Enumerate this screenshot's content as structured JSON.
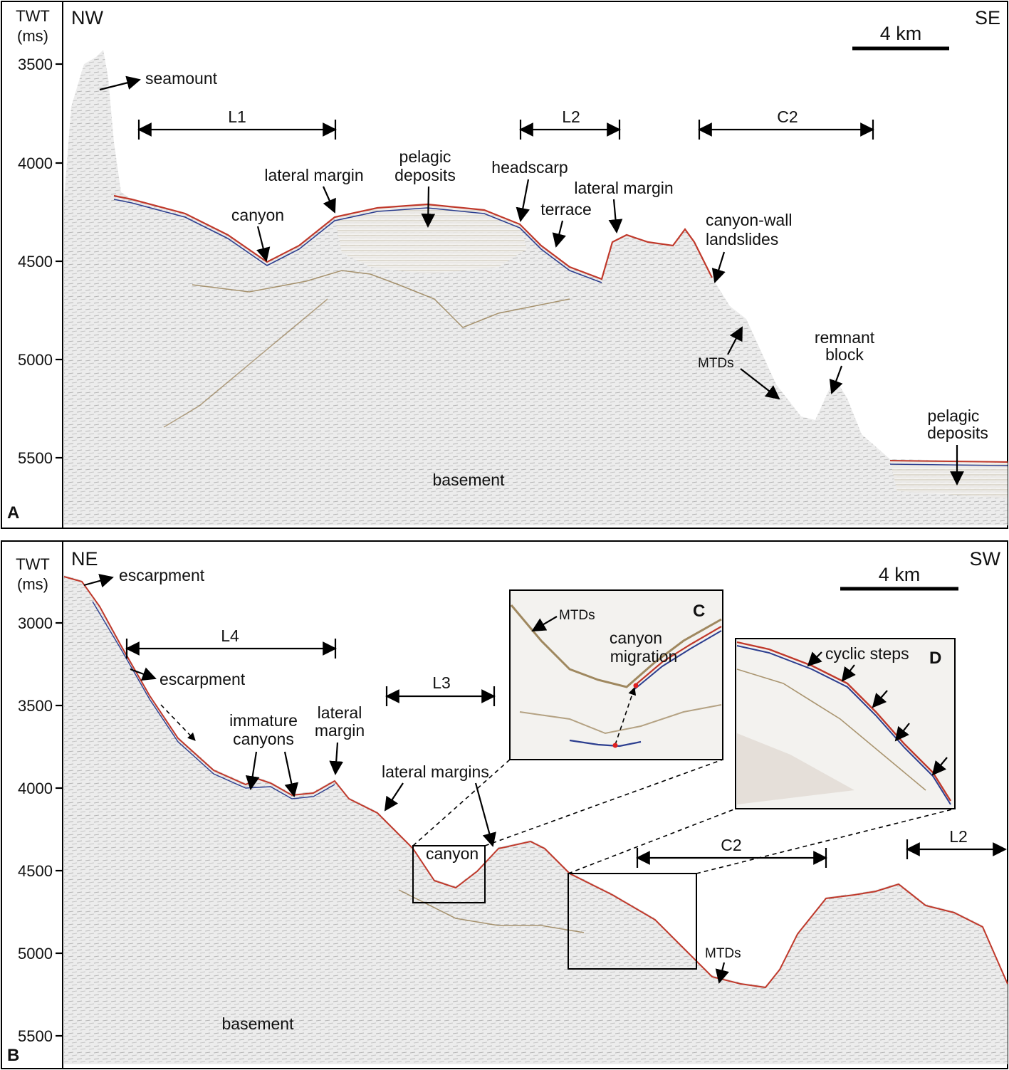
{
  "panel_a": {
    "letter": "A",
    "axis_title": [
      "TWT",
      "(ms)"
    ],
    "y_ticks": [
      "3500",
      "4000",
      "4500",
      "5000",
      "5500"
    ],
    "dir_left": "NW",
    "dir_right": "SE",
    "scale": "4 km",
    "segments": [
      "L1",
      "L2",
      "C2"
    ],
    "labels": {
      "seamount": "seamount",
      "canyon": "canyon",
      "lateral_margin_1": "lateral margin",
      "pelagic_deposits_1": [
        "pelagic",
        "deposits"
      ],
      "headscarp": "headscarp",
      "terrace": "terrace",
      "lateral_margin_2": "lateral margin",
      "canyon_wall_landslides": [
        "canyon-wall",
        "landslides"
      ],
      "mtds": "MTDs",
      "remnant_block": [
        "remnant",
        "block"
      ],
      "pelagic_deposits_2": [
        "pelagic",
        "deposits"
      ],
      "basement": "basement"
    }
  },
  "panel_b": {
    "letter": "B",
    "axis_title": [
      "TWT",
      "(ms)"
    ],
    "y_ticks": [
      "3000",
      "3500",
      "4000",
      "4500",
      "5000",
      "5500"
    ],
    "dir_left": "NE",
    "dir_right": "SW",
    "scale": "4 km",
    "segments": [
      "L4",
      "L3",
      "C2",
      "L2"
    ],
    "labels": {
      "escarpment_1": "escarpment",
      "escarpment_2": "escarpment",
      "immature_canyons": [
        "immature",
        "canyons"
      ],
      "lateral_margin": [
        "lateral",
        "margin"
      ],
      "lateral_margins": "lateral margins",
      "canyon": "canyon",
      "mtds": "MTDs",
      "basement": "basement"
    },
    "inset_c": {
      "letter": "C",
      "mtds": "MTDs",
      "migration": [
        "canyon",
        "migration"
      ]
    },
    "inset_d": {
      "letter": "D",
      "cyclic_steps": "cyclic steps"
    }
  }
}
